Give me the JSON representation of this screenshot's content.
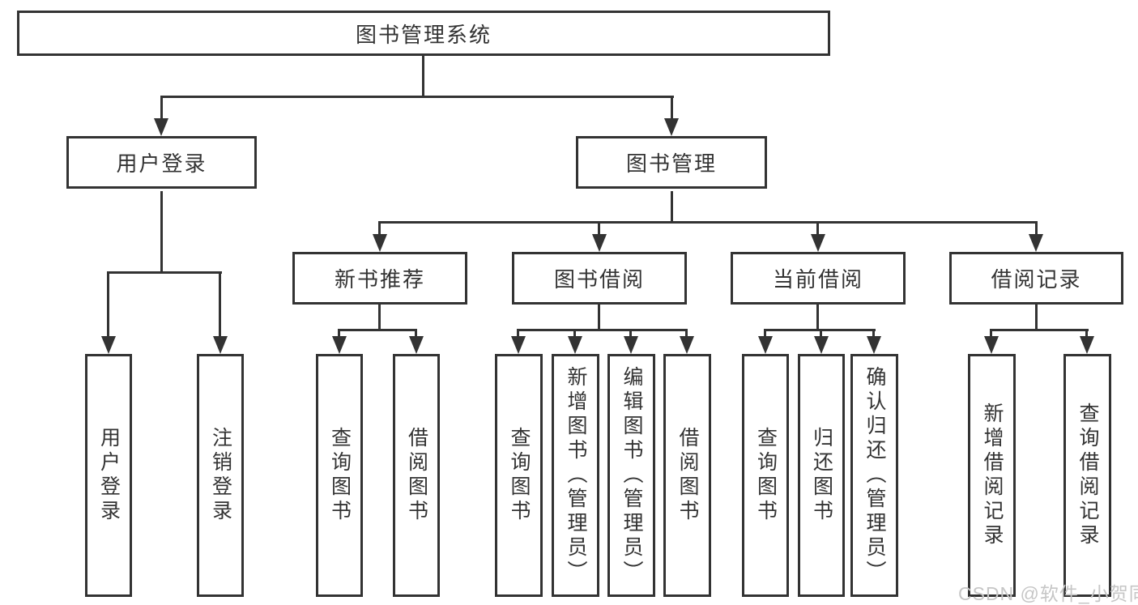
{
  "tree": {
    "label": "图书管理系统",
    "children": [
      {
        "label": "用户登录",
        "children": [
          {
            "label": "用户登录"
          },
          {
            "label": "注销登录"
          }
        ]
      },
      {
        "label": "图书管理",
        "children": [
          {
            "label": "新书推荐",
            "children": [
              {
                "label": "查询图书"
              },
              {
                "label": "借阅图书"
              }
            ]
          },
          {
            "label": "图书借阅",
            "children": [
              {
                "label": "查询图书"
              },
              {
                "label": "新增图书（管理员）"
              },
              {
                "label": "编辑图书（管理员）"
              },
              {
                "label": "借阅图书"
              }
            ]
          },
          {
            "label": "当前借阅",
            "children": [
              {
                "label": "查询图书"
              },
              {
                "label": "归还图书"
              },
              {
                "label": "确认归还（管理员）"
              }
            ]
          },
          {
            "label": "借阅记录",
            "children": [
              {
                "label": "新增借阅记录"
              },
              {
                "label": "查询借阅记录"
              }
            ]
          }
        ]
      }
    ]
  },
  "watermark": {
    "text": "CSDN @软件_小贺同学"
  },
  "colors": {
    "line": "#333333",
    "text": "#333333",
    "background": "#ffffff",
    "watermark": "#c6c6c6"
  }
}
